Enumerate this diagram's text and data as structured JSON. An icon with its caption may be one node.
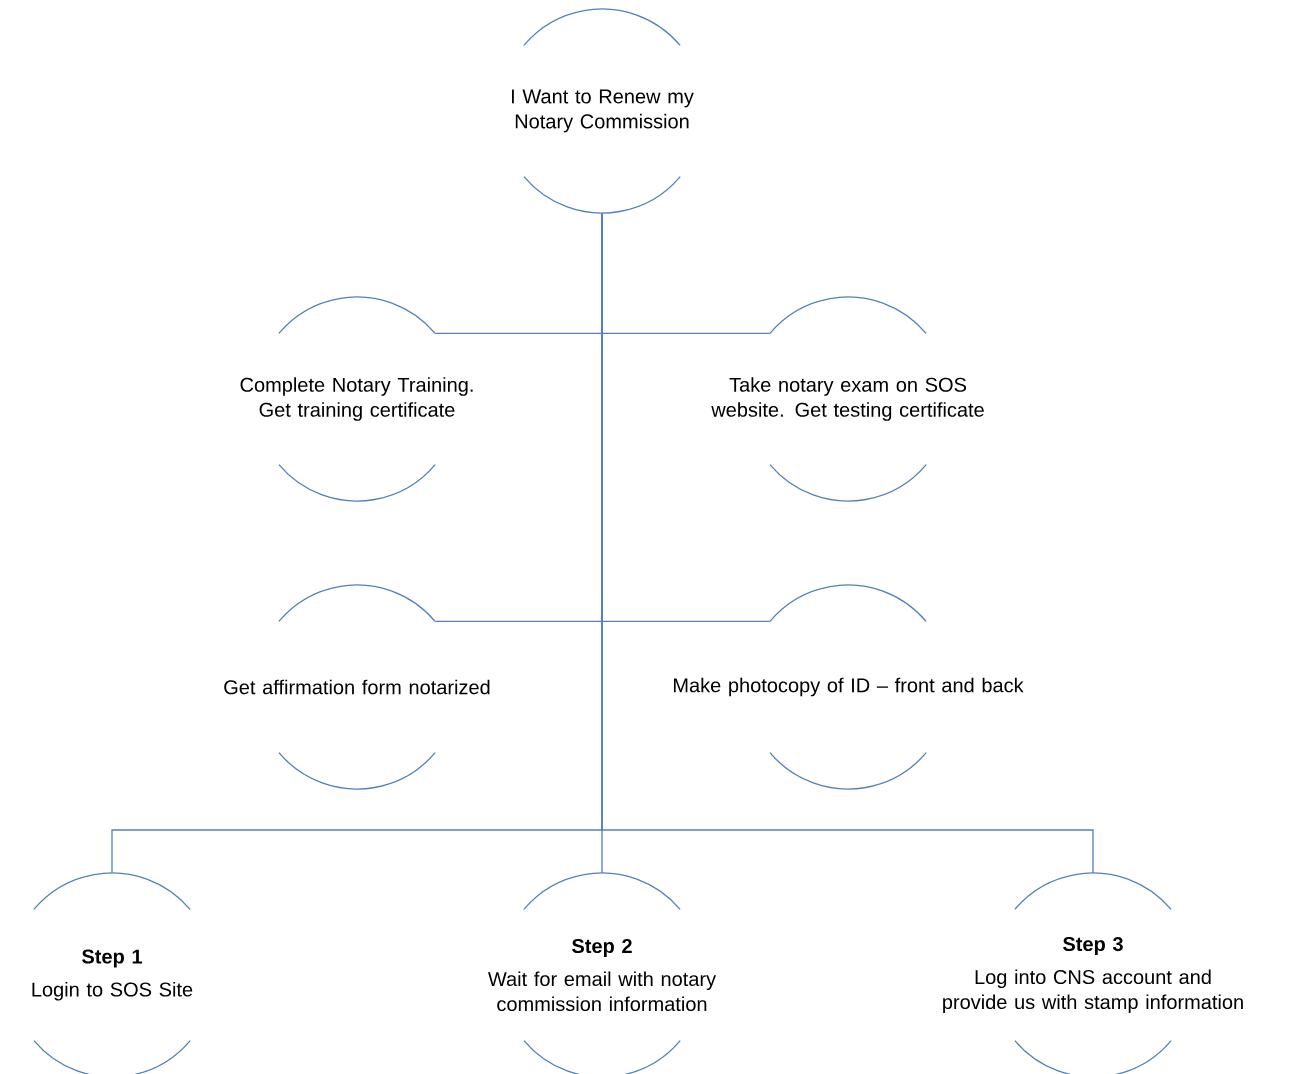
{
  "diagram": {
    "nodes": [
      {
        "text": [
          "I Want to Renew my Notary Commission"
        ]
      },
      {
        "text": [
          "Complete Notary Training. Get training certificate"
        ]
      },
      {
        "text": [
          "Take notary exam on SOS website. Get testing certificate"
        ]
      },
      {
        "text": [
          "Get affirmation form notarized"
        ]
      },
      {
        "text": [
          "Make photocopy of ID – front and back"
        ]
      },
      {
        "text": [
          "Step 1",
          "Login to SOS Site"
        ]
      },
      {
        "text": [
          "Step 2",
          "Wait for email with notary commission information"
        ]
      },
      {
        "text": [
          "Step 3",
          "Log into CNS account and provide us with stamp information"
        ]
      }
    ],
    "edges": [
      {
        "from": 0,
        "to": 1,
        "arrow": "none"
      },
      {
        "from": 0,
        "to": 2,
        "arrow": "none"
      },
      {
        "from": 0,
        "to": 3,
        "arrow": "none"
      },
      {
        "from": 0,
        "to": 4,
        "arrow": "none"
      },
      {
        "from": 0,
        "to": 5,
        "arrow": "none"
      },
      {
        "from": 0,
        "to": 6,
        "arrow": "none"
      },
      {
        "from": 0,
        "to": 7,
        "arrow": "none"
      }
    ]
  }
}
